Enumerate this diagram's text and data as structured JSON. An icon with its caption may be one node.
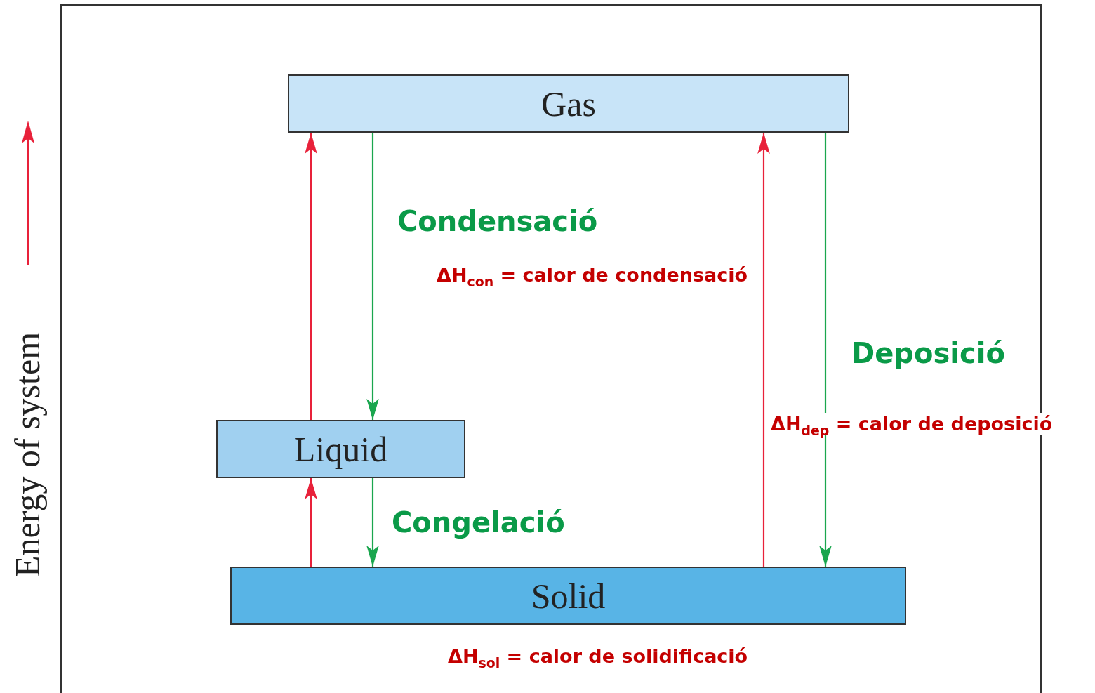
{
  "diagram": {
    "nodes": [
      {
        "text": [
          "Gas"
        ]
      },
      {
        "text": [
          "Liquid"
        ]
      },
      {
        "text": [
          "Solid"
        ]
      }
    ],
    "edges": [
      {
        "from": 1,
        "to": 0,
        "arrow": "to",
        "color": "#e8213a"
      },
      {
        "from": 0,
        "to": 1,
        "arrow": "to",
        "color": "#1aa64e"
      },
      {
        "from": 2,
        "to": 1,
        "arrow": "to",
        "color": "#e8213a"
      },
      {
        "from": 1,
        "to": 2,
        "arrow": "to",
        "color": "#1aa64e"
      },
      {
        "from": 2,
        "to": 0,
        "arrow": "to",
        "color": "#e8213a"
      },
      {
        "from": 0,
        "to": 2,
        "arrow": "to",
        "color": "#1aa64e"
      }
    ],
    "labels": [
      "Energy of system",
      "Condensació",
      "ΔH$_{con}$ = calor de condensació",
      "Deposició",
      "ΔH$_{dep}$ = calor de deposició",
      "Congelació",
      "ΔH$_{sol}$ = calor de solidificació"
    ]
  }
}
